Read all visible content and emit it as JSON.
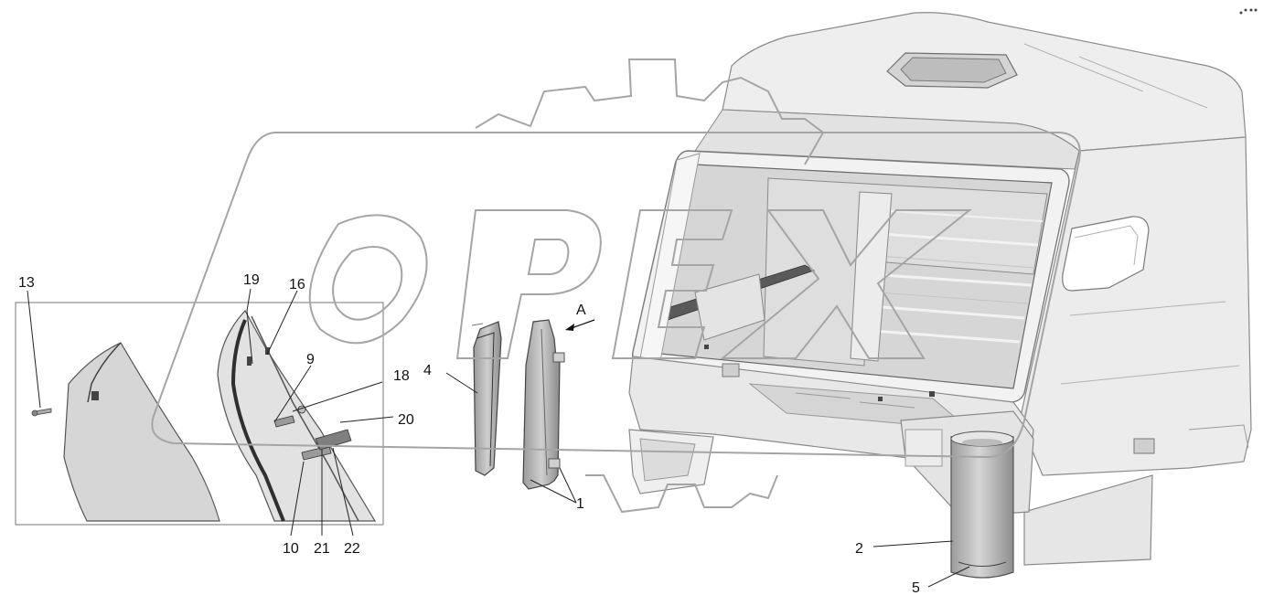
{
  "callouts": {
    "c1": "1",
    "c2": "2",
    "c4": "4",
    "c5": "5",
    "c9": "9",
    "c10": "10",
    "c13": "13",
    "c16": "16",
    "c18": "18",
    "c19": "19",
    "c20": "20",
    "c21": "21",
    "c22": "22"
  },
  "view_letter": "A",
  "watermark_text": "OPEX",
  "colors": {
    "body": "#e9e9e9",
    "body_shade": "#cfcfcf",
    "outline": "#6a6a6a",
    "interior": "#dcdcdc",
    "trim": "#3a3a3a",
    "watermark": "#9a9a9a"
  }
}
